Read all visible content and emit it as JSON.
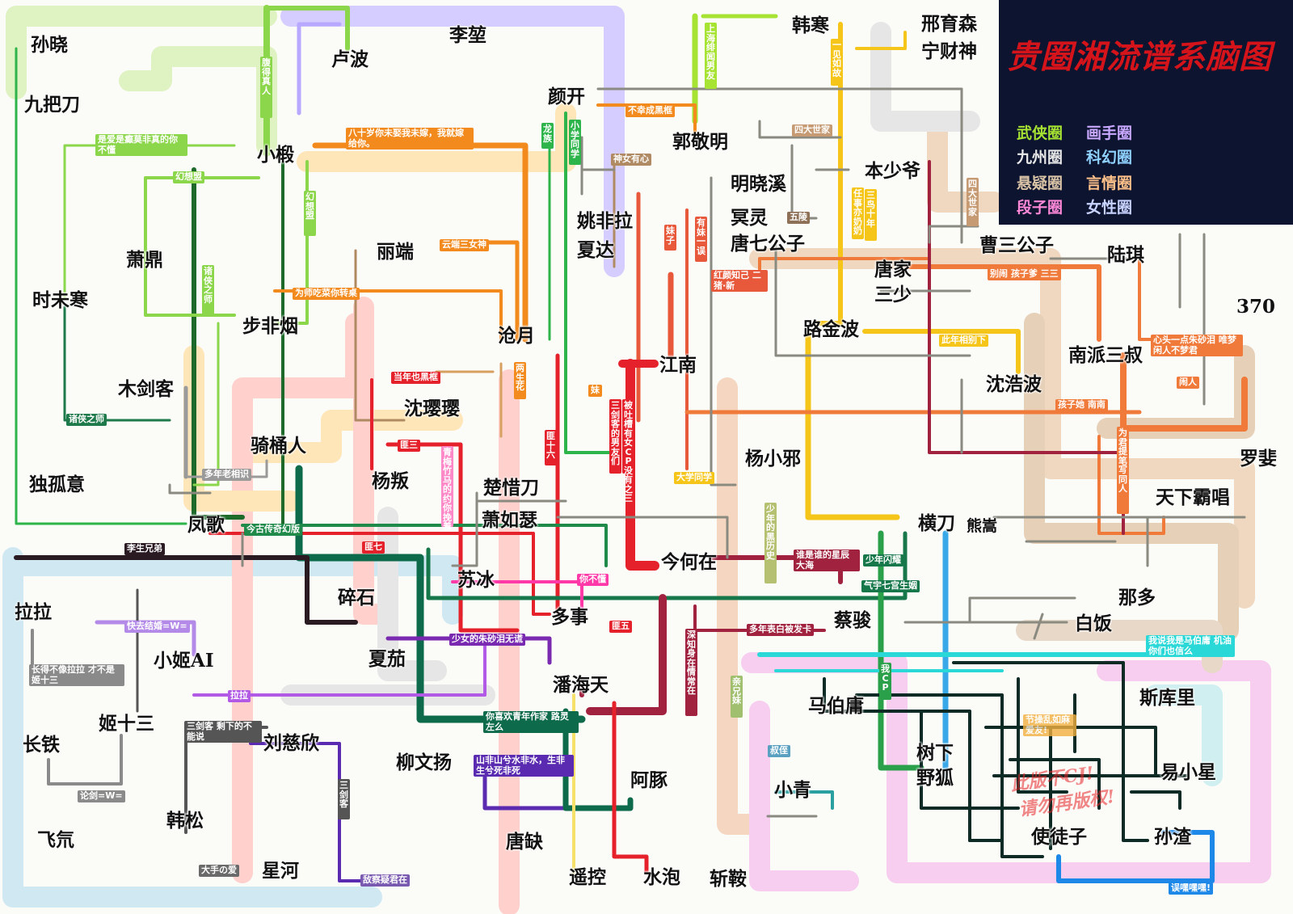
{
  "title": "贵圈湘流谱系脑图",
  "legend": [
    {
      "label": "武侠圈",
      "color": "#a6e332"
    },
    {
      "label": "画手圈",
      "color": "#c9a8ff"
    },
    {
      "label": "九州圈",
      "color": "#e8e8e8"
    },
    {
      "label": "科幻圈",
      "color": "#8fd1ff"
    },
    {
      "label": "悬疑圈",
      "color": "#d9c3a6"
    },
    {
      "label": "言情圈",
      "color": "#ffc08a"
    },
    {
      "label": "段子圈",
      "color": "#ff88d8"
    },
    {
      "label": "女性圈",
      "color": "#c8d3ff"
    }
  ],
  "warnings": [
    "此版不CJ!",
    "请勿再版权!"
  ],
  "nodes": [
    {
      "id": "sunxiao",
      "label": "孙晓"
    },
    {
      "id": "jiubadao",
      "label": "九把刀"
    },
    {
      "id": "lubo",
      "label": "卢波"
    },
    {
      "id": "lijie",
      "label": "李堃"
    },
    {
      "id": "hanhan",
      "label": "韩寒"
    },
    {
      "id": "xingyusen",
      "label": "邢育森"
    },
    {
      "id": "ningcaishen",
      "label": "宁财神"
    },
    {
      "id": "yankai",
      "label": "颜开"
    },
    {
      "id": "xiaojia",
      "label": "小椴"
    },
    {
      "id": "guojingming",
      "label": "郭敬明"
    },
    {
      "id": "mingxiaoxi",
      "label": "明晓溪"
    },
    {
      "id": "benshaoye",
      "label": "本少爷"
    },
    {
      "id": "yaofeila",
      "label": "姚非拉"
    },
    {
      "id": "xiada",
      "label": "夏达"
    },
    {
      "id": "mingling",
      "label": "冥灵"
    },
    {
      "id": "tangqigongzi",
      "label": "唐七公子"
    },
    {
      "id": "caosangongzi",
      "label": "曹三公子"
    },
    {
      "id": "luqi",
      "label": "陆琪"
    },
    {
      "id": "xiaoding",
      "label": "萧鼎"
    },
    {
      "id": "liduan",
      "label": "丽端"
    },
    {
      "id": "tangjiasanshao",
      "label": "唐家三少"
    },
    {
      "id": "shimohan",
      "label": "时未寒"
    },
    {
      "id": "bufeiyan",
      "label": "步非烟"
    },
    {
      "id": "cangyue",
      "label": "沧月"
    },
    {
      "id": "lujinbo",
      "label": "路金波"
    },
    {
      "id": "n370",
      "label": "370"
    },
    {
      "id": "nanpaisanshu",
      "label": "南派三叔"
    },
    {
      "id": "jiangnan",
      "label": "江南"
    },
    {
      "id": "mujianke",
      "label": "木剑客"
    },
    {
      "id": "shenyingying",
      "label": "沈璎璎"
    },
    {
      "id": "shenhaobo",
      "label": "沈浩波"
    },
    {
      "id": "qiyongren",
      "label": "骑桶人"
    },
    {
      "id": "yangxiaoxie",
      "label": "杨小邪"
    },
    {
      "id": "luofei",
      "label": "罗婓"
    },
    {
      "id": "duguyi",
      "label": "独孤意"
    },
    {
      "id": "yangpan",
      "label": "杨叛"
    },
    {
      "id": "chuxidao",
      "label": "楚惜刀"
    },
    {
      "id": "tianxiabachang",
      "label": "天下霸唱"
    },
    {
      "id": "fengge",
      "label": "凤歌"
    },
    {
      "id": "xiaorese",
      "label": "萧如瑟"
    },
    {
      "id": "hengdao",
      "label": "横刀"
    },
    {
      "id": "xiongsong",
      "label": "熊嵩"
    },
    {
      "id": "jinhezai",
      "label": "今何在"
    },
    {
      "id": "subing",
      "label": "苏冰"
    },
    {
      "id": "suishi",
      "label": "碎石"
    },
    {
      "id": "lala",
      "label": "拉拉"
    },
    {
      "id": "nado",
      "label": "那多"
    },
    {
      "id": "duoshi",
      "label": "多事"
    },
    {
      "id": "caijun",
      "label": "蔡骏"
    },
    {
      "id": "baifan",
      "label": "白饭"
    },
    {
      "id": "xiaojiai",
      "label": "小姬AI"
    },
    {
      "id": "xiajia",
      "label": "夏茄"
    },
    {
      "id": "panhaitian",
      "label": "潘海天"
    },
    {
      "id": "maboyong",
      "label": "马伯庸"
    },
    {
      "id": "sikuli",
      "label": "斯库里"
    },
    {
      "id": "jishisan",
      "label": "姬十三"
    },
    {
      "id": "changtie",
      "label": "长铁"
    },
    {
      "id": "liucixin",
      "label": "刘慈欣"
    },
    {
      "id": "liuwenyang",
      "label": "柳文扬"
    },
    {
      "id": "shuxia",
      "label": "树下野狐"
    },
    {
      "id": "yixiaoxing",
      "label": "易小星"
    },
    {
      "id": "atun",
      "label": "阿豚"
    },
    {
      "id": "xiaoqing",
      "label": "小青"
    },
    {
      "id": "feiqi",
      "label": "飞氘"
    },
    {
      "id": "hansong",
      "label": "韩松"
    },
    {
      "id": "tangque",
      "label": "唐缺"
    },
    {
      "id": "shituzi",
      "label": "使徒子"
    },
    {
      "id": "sunzha",
      "label": "孙渣"
    },
    {
      "id": "xinghe",
      "label": "星河"
    },
    {
      "id": "yaokong",
      "label": "遥控"
    },
    {
      "id": "shuipao",
      "label": "水泡"
    },
    {
      "id": "zhanan",
      "label": "斩鞍"
    }
  ],
  "labels": [
    "腹得真人",
    "八十岁你未娶我未嫁，我就嫁给你。",
    "是爱是癫莫非真的你不懂",
    "幻想盟",
    "幻想盟",
    "诸侠之师",
    "不幸成黑框",
    "神女有心",
    "上海绯闻男友",
    "一见如故",
    "四大世家",
    "四大世家",
    "五陵",
    "任事亦奶奶",
    "三鸟十年",
    "云端三女神",
    "为师吃菜你转桌",
    "红颜知己 二猪·新",
    "别闹 孩子爹 三三",
    "妹子",
    "有妹一误",
    "龙族",
    "小学同学",
    "当年也黑框",
    "两生花",
    "妹",
    "匪十六",
    "此年相别下",
    "心头一点朱砂泪 唯梦闲人不梦君",
    "闹人",
    "孩子她 南南",
    "诸侠之师",
    "多年老相识",
    "匪三",
    "青梅竹马的约你挽着",
    "大学同学",
    "三剑客的男友们",
    "被吐槽有女CP没有之三",
    "今古传奇幻版",
    "李生兄弟",
    "匪七",
    "你不懂",
    "少年的黑历史",
    "谁是谁的星辰大海",
    "少年闪耀",
    "气宇七宫生姻",
    "匪五",
    "多年表白被发卡",
    "深知身在情常在",
    "少女的朱砂泪无谎",
    "快去结婚=W=",
    "拉拉",
    "长得不像拉拉 才不是姬十三",
    "三剑客 剩下的不能说",
    "你喜欢青年作家 路灵左么",
    "山非山兮水非水，生非生兮死非死",
    "论剑=W=",
    "大手の爱",
    "敌察疑君在",
    "三剑客",
    "我CP",
    "亲兄妹",
    "叔侄",
    "我说我是马伯庸 机油你们也信么",
    "为君提笔写同人",
    "节操乱如麻 爱友!",
    "误嘿嘿嘿!"
  ]
}
